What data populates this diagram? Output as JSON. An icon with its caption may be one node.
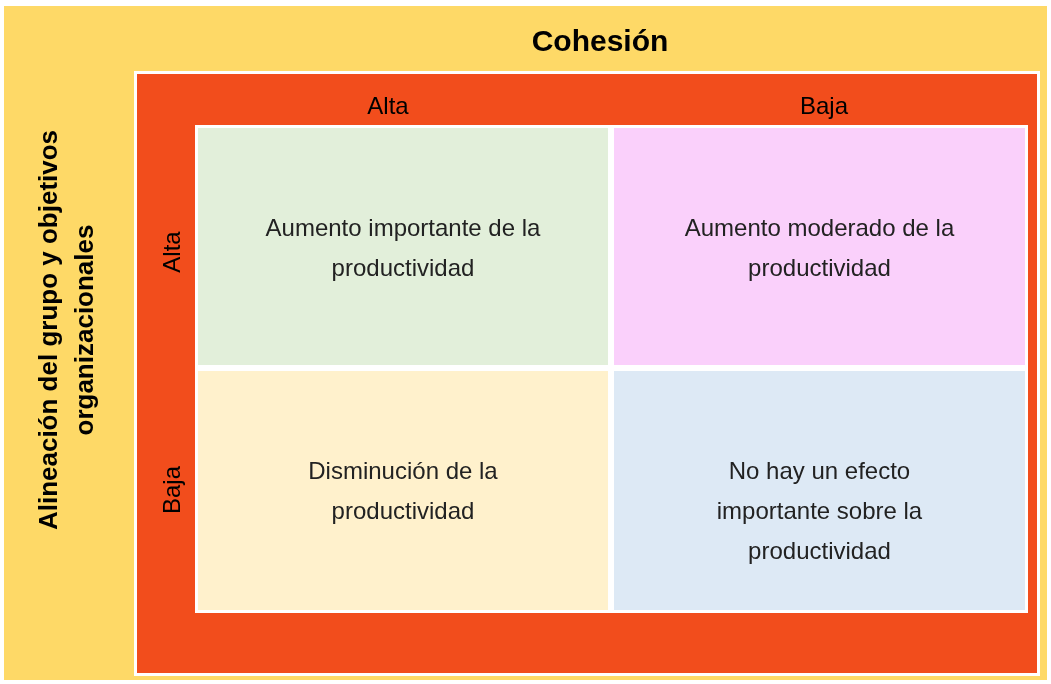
{
  "diagram": {
    "nodes": [
      {
        "text": [
          "Aumento importante de la productividad"
        ]
      },
      {
        "text": [
          "Aumento moderado de la productividad"
        ]
      },
      {
        "text": [
          "Disminución de la productividad"
        ]
      },
      {
        "text": [
          "No hay un efecto importante sobre la productividad"
        ]
      }
    ],
    "labels": [
      "Cohesión",
      "Alineación del grupo y objetivos organizacionales",
      "Alta",
      "Baja",
      "Alta",
      "Baja"
    ]
  }
}
